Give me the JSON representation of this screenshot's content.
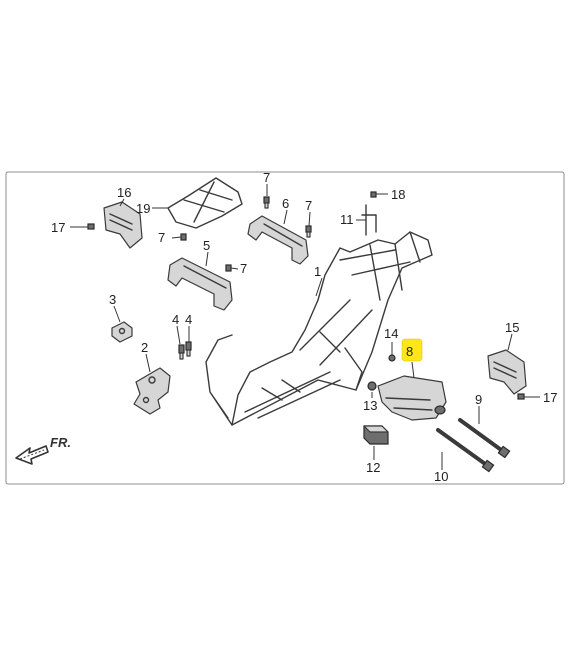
{
  "direction_label": "FR.",
  "highlight_color": "#ffe61a",
  "callouts": {
    "c1": "1",
    "c2": "2",
    "c3": "3",
    "c4a": "4",
    "c4b": "4",
    "c5": "5",
    "c6": "6",
    "c7a": "7",
    "c7b": "7",
    "c7c": "7",
    "c7d": "7",
    "c8": "8",
    "c9": "9",
    "c10": "10",
    "c11": "11",
    "c12": "12",
    "c13": "13",
    "c14": "14",
    "c15": "15",
    "c16": "16",
    "c17a": "17",
    "c17b": "17",
    "c18": "18",
    "c19": "19"
  }
}
